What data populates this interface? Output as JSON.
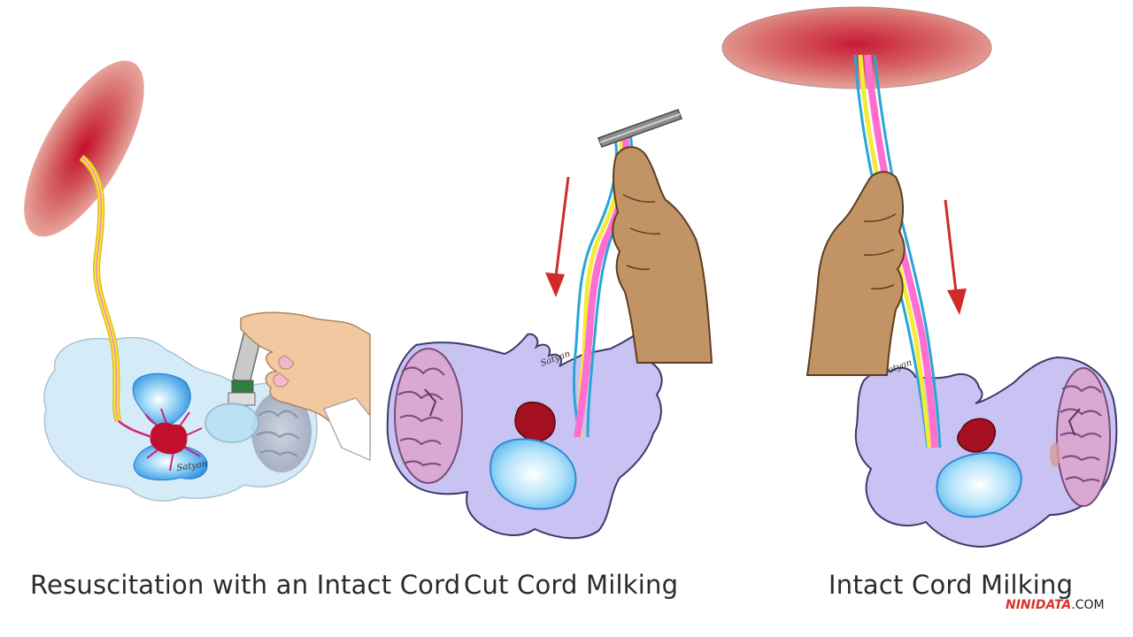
{
  "panels": [
    {
      "caption": "Resuscitation with an Intact Cord"
    },
    {
      "caption": "Cut Cord Milking"
    },
    {
      "caption": "Intact Cord Milking"
    }
  ],
  "signature_text": "Satyan",
  "watermark": {
    "brand": "NINIDATA",
    "tld": ".COM"
  },
  "colors": {
    "placenta": "#b92c3c",
    "infant_body": "#c8c3f2",
    "infant_body_light": "#d5ecf8",
    "lung": "#3aa0e6",
    "heart": "#b3112e",
    "brain": "#d9a8d3",
    "hand": "#c29465",
    "arrow": "#d12a2a",
    "cord_yellow": "#f5ea3a",
    "cord_pink": "#ff6fd0",
    "cord_cyan": "#28a6d6",
    "clamp": "#8c8c8c"
  }
}
